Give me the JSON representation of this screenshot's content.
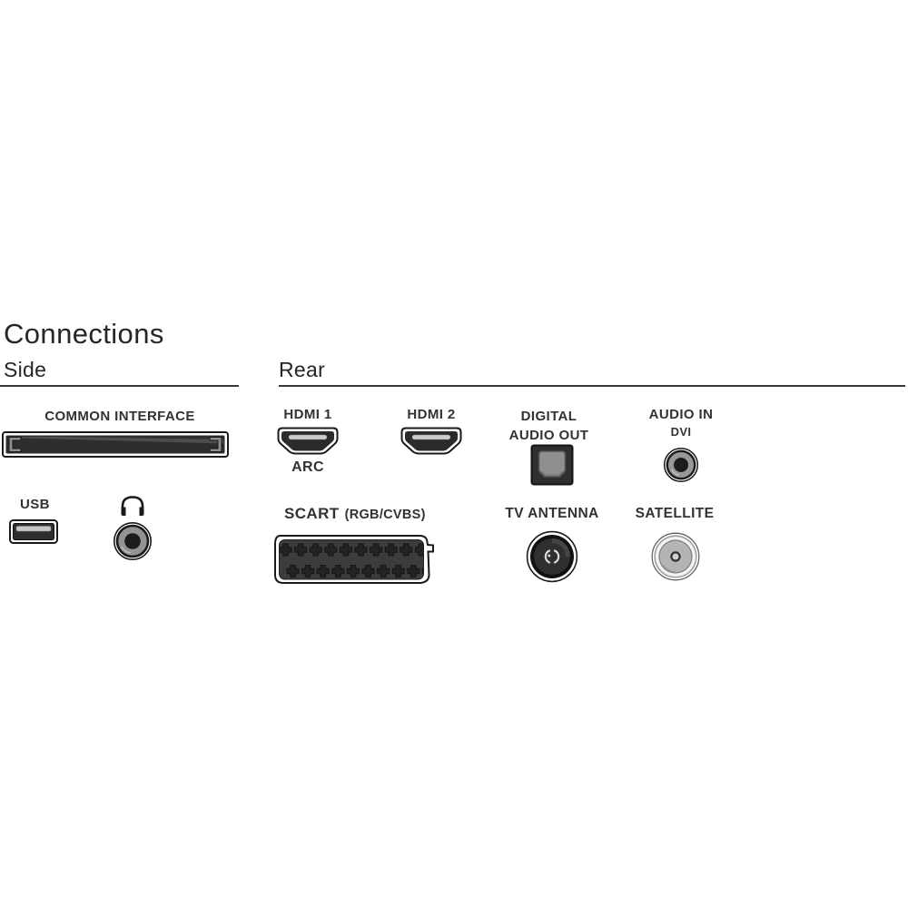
{
  "title": "Connections",
  "sections": {
    "side": {
      "label": "Side",
      "common_interface": {
        "label": "COMMON INTERFACE"
      },
      "usb": {
        "label": "USB"
      },
      "headphone": {
        "icon": "headphones-icon"
      }
    },
    "rear": {
      "label": "Rear",
      "hdmi1": {
        "label": "HDMI 1",
        "sublabel": "ARC"
      },
      "hdmi2": {
        "label": "HDMI 2"
      },
      "digital_audio_out": {
        "line1": "DIGITAL",
        "line2": "AUDIO OUT"
      },
      "audio_in": {
        "label": "AUDIO IN",
        "sublabel": "DVI"
      },
      "scart": {
        "label": "SCART",
        "sublabel": "(RGB/CVBS)"
      },
      "tv_antenna": {
        "label": "TV ANTENNA"
      },
      "satellite": {
        "label": "SATELLITE"
      }
    }
  },
  "colors": {
    "background": "#ffffff",
    "text": "#323232",
    "heading_text": "#262626",
    "outline": "#1a1a1a",
    "port_dark": "#2b2b2b",
    "port_mid_gray": "#8f8f8f",
    "port_light_gray": "#b5b5b5",
    "slot_highlight": "#c9c9c9"
  }
}
